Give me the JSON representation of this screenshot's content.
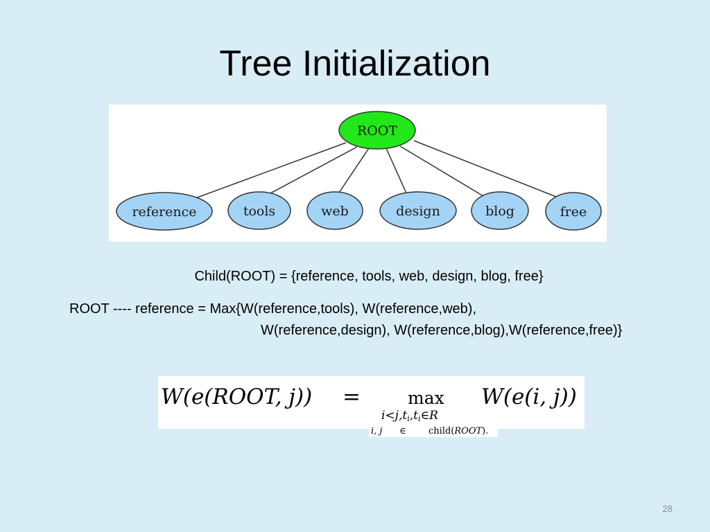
{
  "slide": {
    "title": "Tree Initialization",
    "page_number": "28"
  },
  "tree": {
    "root": {
      "label": "ROOT",
      "color": "#22e81a"
    },
    "children": [
      {
        "label": "reference"
      },
      {
        "label": "tools"
      },
      {
        "label": "web"
      },
      {
        "label": "design"
      },
      {
        "label": "blog"
      },
      {
        "label": "free"
      }
    ],
    "child_color": "#a4d4f5"
  },
  "text": {
    "child_line": "Child(ROOT) = {reference, tools, web, design, blog, free}",
    "max_line_1": "ROOT ---- reference = Max{W(reference,tools), W(reference,web),",
    "max_line_2": "W(reference,design), W(reference,blog),W(reference,free)}"
  },
  "formula": {
    "lhs": "W(e(ROOT, j))",
    "eq": "=",
    "op": "max",
    "subscript": "i<j,t",
    "subscript_i1": "i",
    "subscript_mid": ",t",
    "subscript_i2": "i",
    "subscript_end": "∈R",
    "rhs": "W(e(i, j))",
    "condition_vars": "i, j",
    "condition_in": "∈",
    "condition_set": "child(",
    "condition_root": "ROOT",
    "condition_end": ")."
  }
}
